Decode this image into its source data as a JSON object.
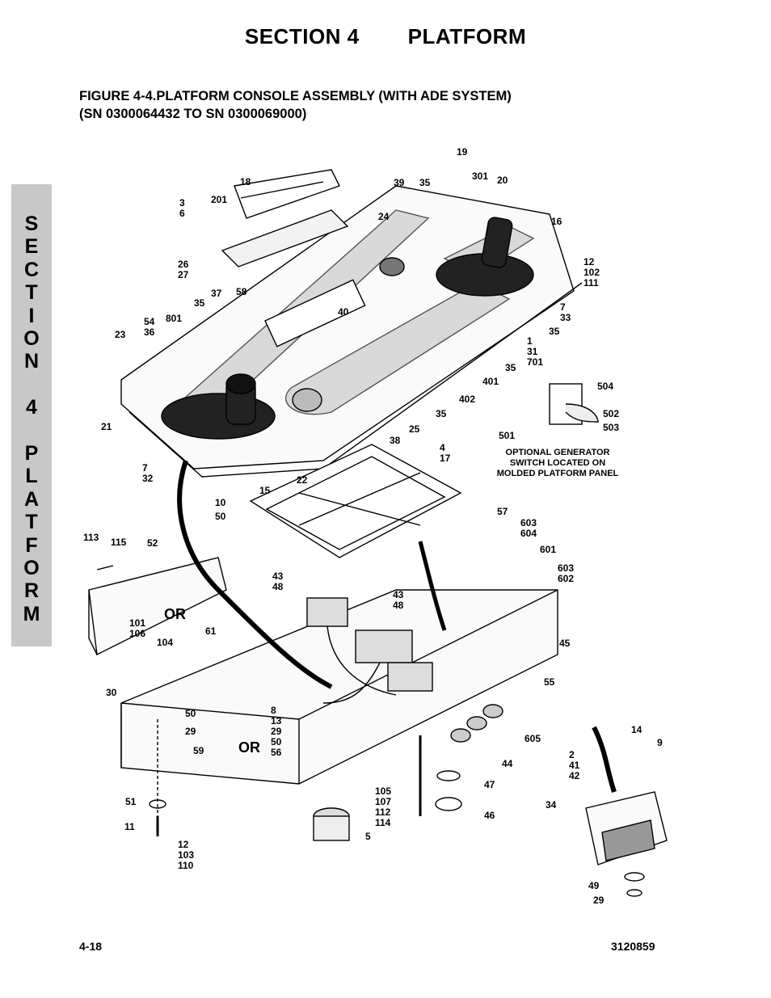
{
  "header": {
    "section": "SECTION 4",
    "title": "PLATFORM"
  },
  "caption": {
    "line1": "FIGURE 4-4.PLATFORM CONSOLE ASSEMBLY (WITH ADE SYSTEM)",
    "line2": "(SN 0300064432 TO SN 0300069000)"
  },
  "side_tab": {
    "letters": [
      "S",
      "E",
      "C",
      "T",
      "I",
      "O",
      "N",
      "",
      "4",
      "",
      "P",
      "L",
      "A",
      "T",
      "F",
      "O",
      "R",
      "M"
    ]
  },
  "callouts": [
    "19",
    "301",
    "20",
    "39",
    "35",
    "18",
    "16",
    "3\n6",
    "201",
    "24",
    "26\n27",
    "12\n102\n111",
    "37",
    "58",
    "35",
    "40",
    "7\n33",
    "54\n36",
    "801",
    "35",
    "23",
    "1\n31\n701",
    "35",
    "401",
    "402",
    "504",
    "35",
    "502",
    "25",
    "21",
    "503",
    "501",
    "38",
    "4\n17",
    "7\n32",
    "15",
    "22",
    "10",
    "50",
    "57",
    "603\n604",
    "113",
    "115",
    "52",
    "601",
    "603\n602",
    "43\n48",
    "43\n48",
    "101\n106",
    "104",
    "61",
    "45",
    "30",
    "55",
    "50",
    "8\n13\n29\n50\n56",
    "29",
    "14",
    "9",
    "605",
    "59",
    "2\n41\n42",
    "44",
    "47",
    "105\n107\n112\n114",
    "51",
    "34",
    "46",
    "11",
    "5",
    "12\n103\n110",
    "49",
    "29"
  ],
  "or_labels": [
    "OR",
    "OR"
  ],
  "note": "OPTIONAL GENERATOR\nSWITCH LOCATED ON\nMOLDED PLATFORM PANEL",
  "footer": {
    "page": "4-18",
    "doc": "3120859"
  }
}
